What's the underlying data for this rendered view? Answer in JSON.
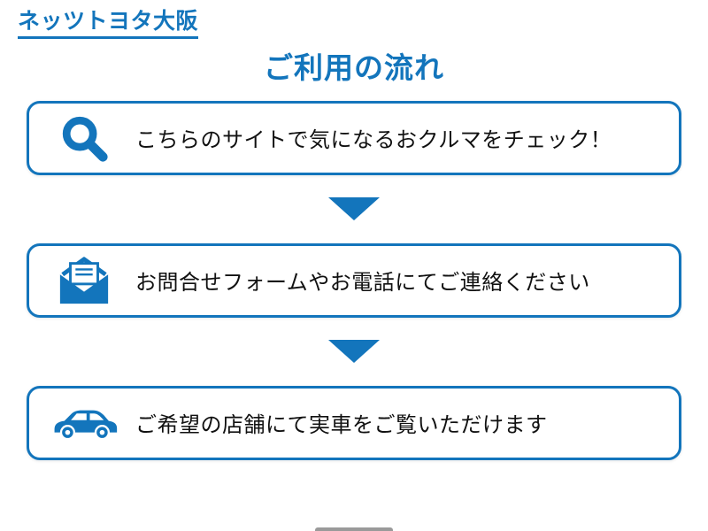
{
  "brand": {
    "logo_text": "ネッツトヨタ大阪"
  },
  "title": "ご利用の流れ",
  "colors": {
    "accent": "#1375bc",
    "text": "#111111",
    "background": "#ffffff"
  },
  "steps": [
    {
      "icon": "search-icon",
      "label": "こちらのサイトで気になるおクルマをチェック！"
    },
    {
      "icon": "open-mail-icon",
      "label": "お問合せフォームやお電話にてご連絡ください"
    },
    {
      "icon": "car-icon",
      "label": "ご希望の店舗にて実車をご覧いただけます"
    }
  ],
  "flow_arrow": {
    "direction": "down"
  }
}
